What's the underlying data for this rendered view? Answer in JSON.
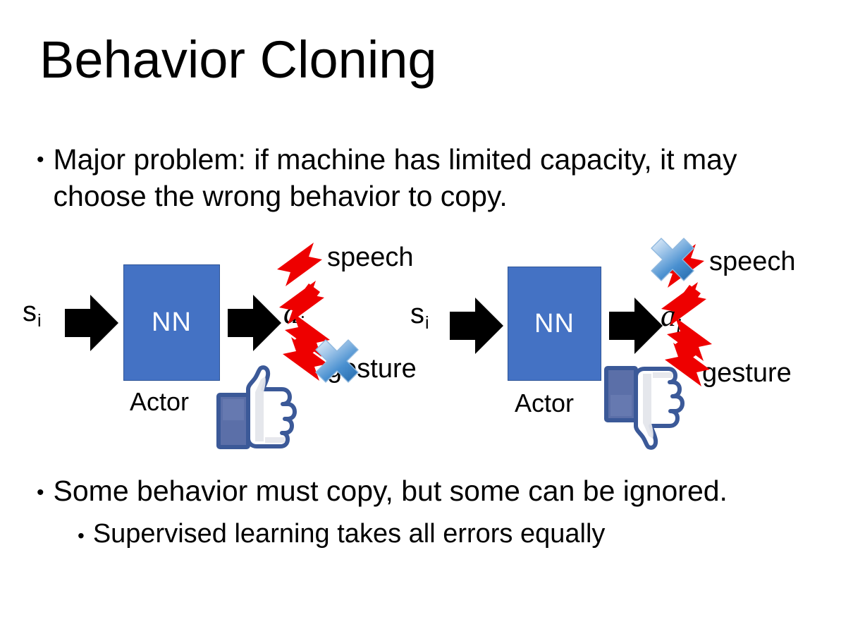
{
  "slide": {
    "title": "Behavior Cloning",
    "background_color": "#FFFFFF",
    "bullets_top": [
      {
        "marker": "•",
        "text": "Major problem: if machine has limited capacity, it may choose the wrong behavior to copy."
      }
    ],
    "bullets_bottom": [
      {
        "marker": "•",
        "text": "Some behavior must copy, but some can be ignored."
      },
      {
        "marker": "•",
        "text": "Supervised learning takes all errors equally"
      }
    ]
  },
  "colors": {
    "nn_box_fill": "#4472C4",
    "nn_box_border": "#2E5496",
    "arrow_black": "#000000",
    "arrow_red": "#EE0000",
    "cross_blue_light": "#D2E3F7",
    "cross_blue_mid": "#6FA8DC",
    "cross_blue_dark": "#2E74B5",
    "thumb_outline": "#3B5998",
    "thumb_fill": "#FFFFFF",
    "thumb_cuff": "#5B6FA8",
    "text_black": "#000000"
  },
  "diagrams": [
    {
      "id": "left",
      "state_label": "s",
      "state_subscript": "i",
      "box_label": "NN",
      "box_caption": "Actor",
      "action_label": "â",
      "action_subscript": "i",
      "branch_up_label": "speech",
      "branch_down_label": "gesture",
      "crossed_branch": "gesture",
      "feedback_icon": "thumbs-up-icon",
      "feedback_meaning": "positive"
    },
    {
      "id": "right",
      "state_label": "s",
      "state_subscript": "i",
      "box_label": "NN",
      "box_caption": "Actor",
      "action_label": "â",
      "action_subscript": "i",
      "branch_up_label": "speech",
      "branch_down_label": "gesture",
      "crossed_branch": "speech",
      "feedback_icon": "thumbs-down-icon",
      "feedback_meaning": "negative"
    }
  ]
}
